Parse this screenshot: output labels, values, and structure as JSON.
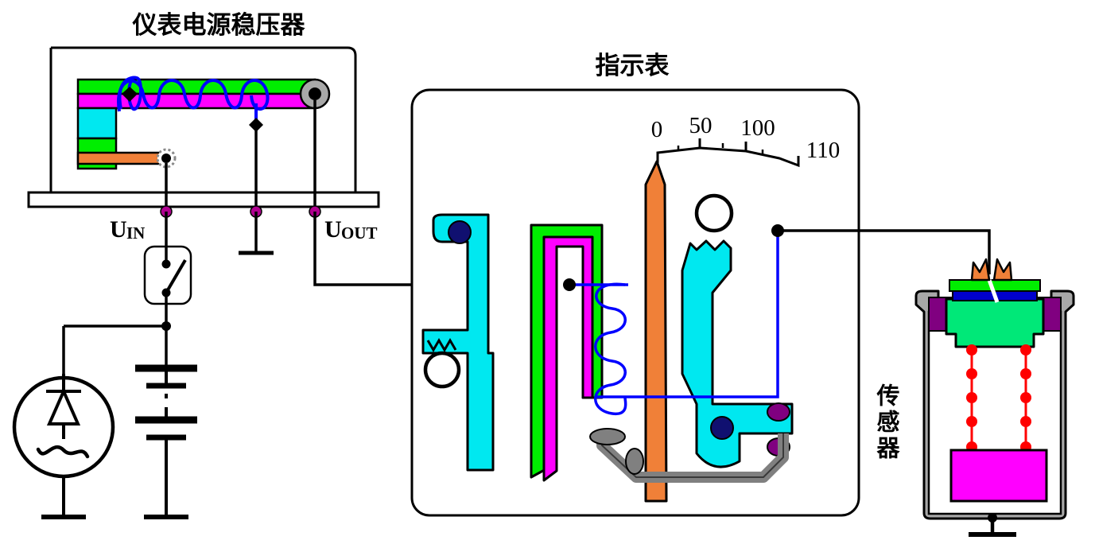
{
  "diagram": {
    "title_regulator": "仪表电源稳压器",
    "title_gauge": "指示表",
    "title_sensor": "传感器",
    "label_uin": "U",
    "label_uin_sub": "IN",
    "label_uout": "U",
    "label_uout_sub": "OUT",
    "scale_ticks": [
      "0",
      "50",
      "100",
      "110"
    ],
    "colors": {
      "green": "#00e000",
      "bright_green": "#00ee00",
      "spring_green": "#00e878",
      "magenta": "#ff00ff",
      "cyan": "#00e8f0",
      "orange": "#f08038",
      "blue_wire": "#0000ff",
      "navy": "#101070",
      "purple": "#800080",
      "gray": "#a8a8a8",
      "dark_gray": "#808080",
      "red": "#ff0000",
      "black": "#000000"
    }
  }
}
